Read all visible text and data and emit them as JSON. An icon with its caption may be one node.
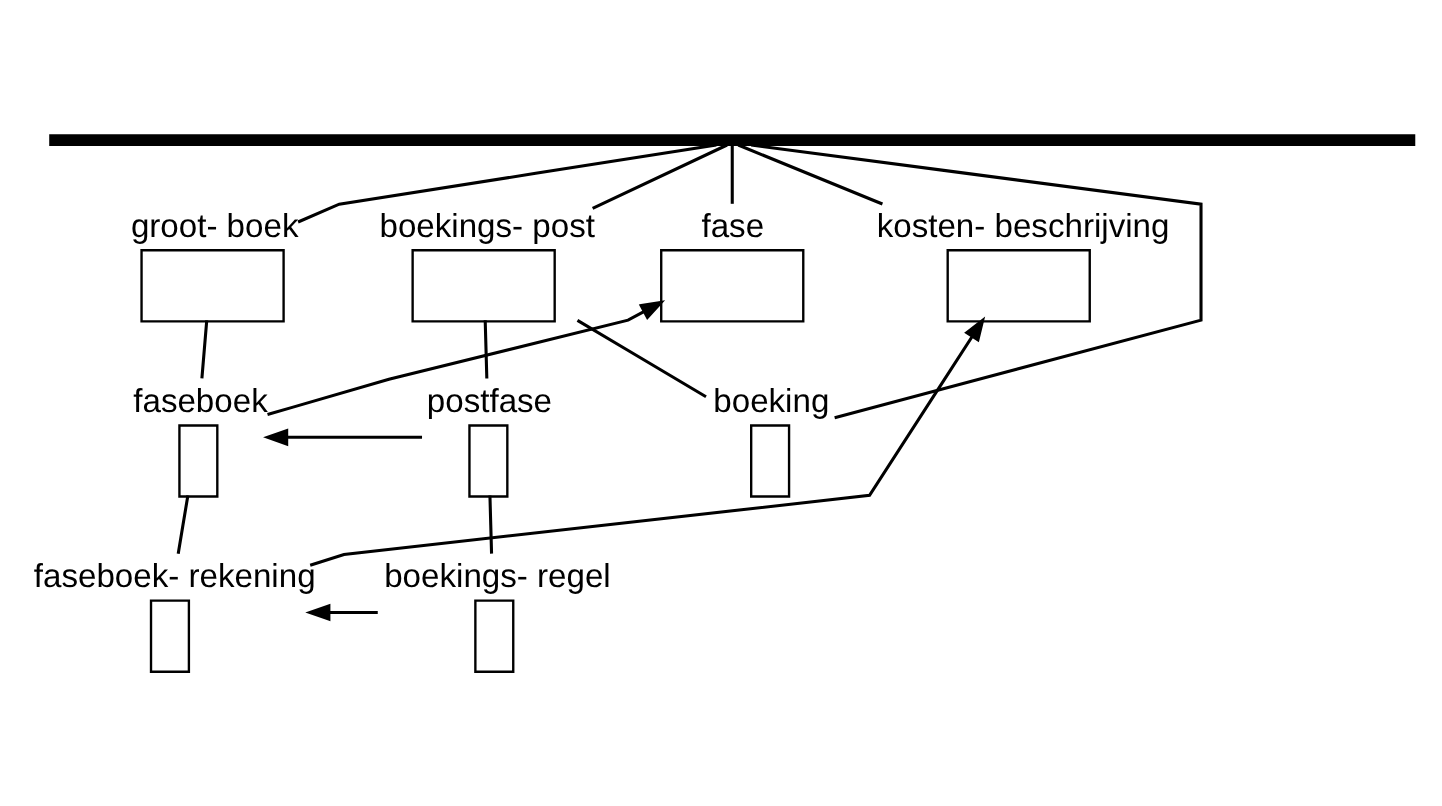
{
  "diagram": {
    "nodes": [
      {
        "text": [],
        "shape": "bar"
      },
      {
        "text": [
          "boekings- post"
        ]
      },
      {
        "text": [
          "groot- boek"
        ]
      },
      {
        "text": [
          "fase"
        ]
      },
      {
        "text": [
          "kosten- beschrijving"
        ]
      },
      {
        "text": [
          "boeking"
        ]
      },
      {
        "text": [
          "faseboek"
        ]
      },
      {
        "text": [
          "postfase"
        ]
      },
      {
        "text": [
          "faseboek- rekening"
        ]
      },
      {
        "text": [
          "boekings- regel"
        ]
      }
    ],
    "edges": [
      {
        "from": 0,
        "to": 1,
        "arrow": "none"
      },
      {
        "from": 0,
        "to": 2,
        "arrow": "none"
      },
      {
        "from": 0,
        "to": 3,
        "arrow": "none"
      },
      {
        "from": 0,
        "to": 4,
        "arrow": "none"
      },
      {
        "from": 0,
        "to": 5,
        "arrow": "none"
      },
      {
        "from": 1,
        "to": 5,
        "arrow": "none"
      },
      {
        "from": 2,
        "to": 6,
        "arrow": "none"
      },
      {
        "from": 6,
        "to": 3,
        "arrow": "to"
      },
      {
        "from": 1,
        "to": 7,
        "arrow": "none"
      },
      {
        "from": 7,
        "to": 6,
        "arrow": "to"
      },
      {
        "from": 6,
        "to": 8,
        "arrow": "none"
      },
      {
        "from": 8,
        "to": 4,
        "arrow": "to"
      },
      {
        "from": 7,
        "to": 9,
        "arrow": "none"
      },
      {
        "from": 9,
        "to": 8,
        "arrow": "to"
      }
    ]
  }
}
